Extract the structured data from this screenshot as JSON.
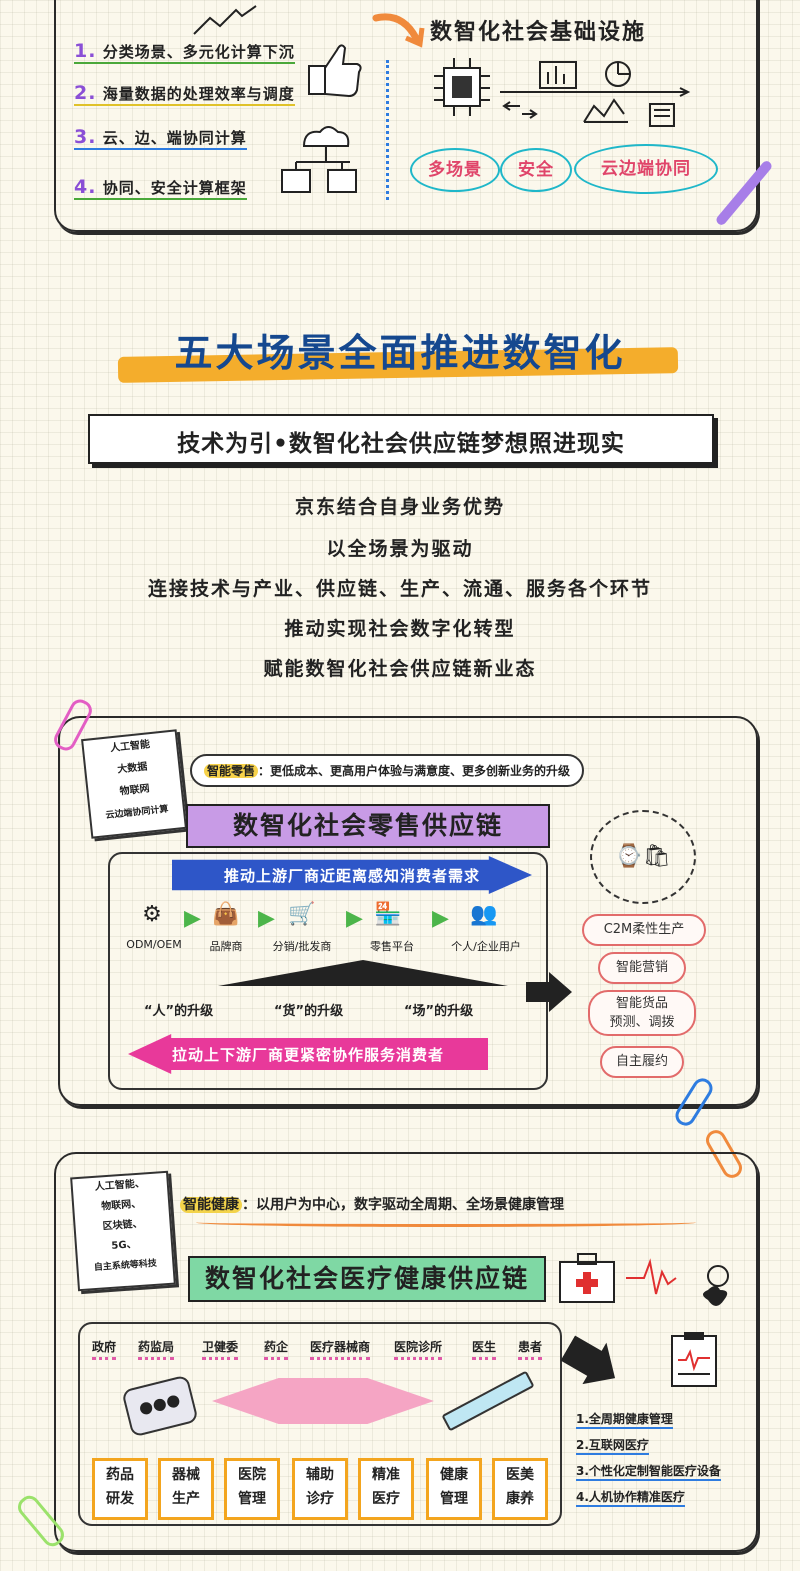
{
  "top_card": {
    "items": [
      {
        "num": "1.",
        "text": "分类场景、多元化计算下沉"
      },
      {
        "num": "2.",
        "text": "海量数据的处理效率与调度"
      },
      {
        "num": "3.",
        "text": "云、边、端协同计算"
      },
      {
        "num": "4.",
        "text": "协同、安全计算框架"
      }
    ],
    "infra_title": "数智化社会基础设施",
    "ovals": [
      "多场景",
      "安全",
      "云边端协同"
    ]
  },
  "headline": "五大场景全面推进数智化",
  "subtitle": "技术为引•数智化社会供应链梦想照进现实",
  "intro_lines": [
    "京东结合自身业务优势",
    "以全场景为驱动",
    "连接技术与产业、供应链、生产、流通、服务各个环节",
    "推动实现社会数字化转型",
    "赋能数智化社会供应链新业态"
  ],
  "retail": {
    "note": [
      "人工智能",
      "大数据",
      "物联网",
      "云边端协同计算"
    ],
    "tag": "智能零售",
    "desc": "：更低成本、更高用户体验与满意度、更多创新业务的升级",
    "title": "数智化社会零售供应链",
    "push_banner": "推动上游厂商近距离感知消费者需求",
    "pull_banner": "拉动上下游厂商更紧密协作服务消费者",
    "chain": [
      "ODM/OEM",
      "品牌商",
      "分销/批发商",
      "零售平台",
      "个人/企业用户"
    ],
    "upgrades": [
      "“人”的升级",
      "“货”的升级",
      "“场”的升级"
    ],
    "clouds": [
      "C2M柔性生产",
      "智能营销",
      "智能货品\n预测、调拨",
      "自主履约"
    ]
  },
  "health": {
    "note": [
      "人工智能、",
      "物联网、",
      "区块链、",
      "5G、",
      "自主系统等科技"
    ],
    "tag": "智能健康",
    "desc": "：以用户为中心，数字驱动全周期、全场景健康管理",
    "title": "数智化社会医疗健康供应链",
    "stakeholders": [
      "政府",
      "药监局",
      "卫健委",
      "药企",
      "医疗器械商",
      "医院诊所",
      "医生",
      "患者"
    ],
    "boxes": [
      [
        "药品",
        "研发"
      ],
      [
        "器械",
        "生产"
      ],
      [
        "医院",
        "管理"
      ],
      [
        "辅助",
        "诊疗"
      ],
      [
        "精准",
        "医疗"
      ],
      [
        "健康",
        "管理"
      ],
      [
        "医美",
        "康养"
      ]
    ],
    "list": [
      "1.全周期健康管理",
      "2.互联网医疗",
      "3.个性化定制智能医疗设备",
      "4.人机协作精准医疗"
    ]
  },
  "colors": {
    "accent_blue": "#15488f",
    "accent_orange": "#f4ad2c",
    "green": "#4cb54a",
    "pink": "#e0456a"
  }
}
